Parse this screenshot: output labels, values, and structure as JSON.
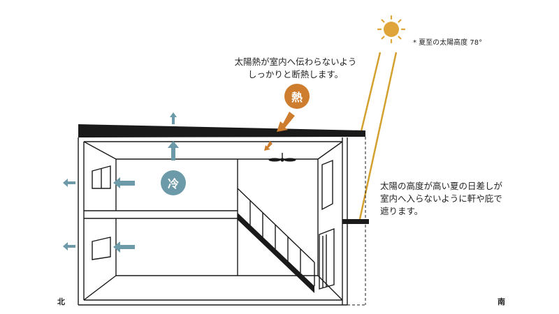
{
  "notes": {
    "heat_line1": "太陽熱が室内へ伝わらないよう",
    "heat_line2": "しっかりと断熱します。",
    "eaves_line1": "太陽の高度が高い夏の日差しが",
    "eaves_line2": "室内へ入らないように軒や庇で",
    "eaves_line3": "遮ります。",
    "sun_altitude": "* 夏至の太陽高度 78°"
  },
  "badges": {
    "heat": "熱",
    "cool": "冷"
  },
  "directions": {
    "north": "北",
    "south": "南"
  },
  "colors": {
    "heat": "#cd7d2d",
    "cool": "#6c9aa8",
    "sun": "#e0a53a",
    "ray": "#d4a02e",
    "ink": "#1a1a1a"
  }
}
